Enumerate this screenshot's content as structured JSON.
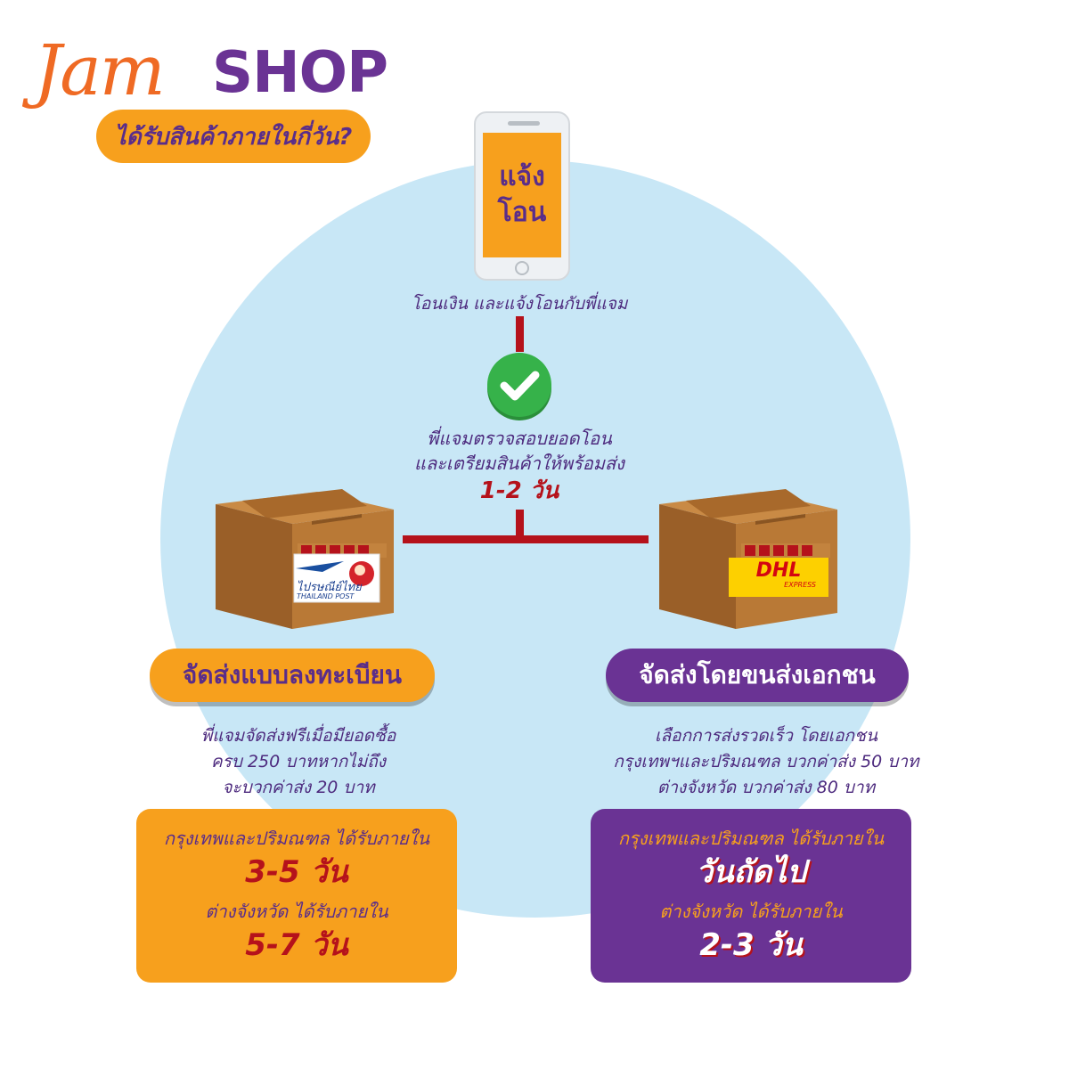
{
  "logo": {
    "part1": "Jam",
    "part2": "SHOP"
  },
  "tagline": "ได้รับสินค้าภายในกี่วัน?",
  "phone": {
    "line1": "แจ้ง",
    "line2": "โอน"
  },
  "step1_caption": "โอนเงิน และแจ้งโอนกับพี่แจม",
  "step2": {
    "line1": "พี่แจมตรวจสอบยอดโอน",
    "line2": "และเตรียมสินค้าให้พร้อมส่ง",
    "days": "1-2 วัน"
  },
  "left_box_label": {
    "th": "ไปรษณีย์ไทย",
    "en": "THAILAND POST"
  },
  "right_box_label": {
    "brand": "DHL",
    "sub": "EXPRESS"
  },
  "left": {
    "title": "จัดส่งแบบลงทะเบียน",
    "desc": [
      "พี่แจมจัดส่งฟรีเมื่อมียอดซื้อ",
      "ครบ 250 บาทหากไม่ถึง",
      "จะบวกค่าส่ง 20 บาท"
    ],
    "card": {
      "label1": "กรุงเทพและปริมณฑล ได้รับภายใน",
      "value1": "3-5 วัน",
      "label2": "ต่างจังหวัด ได้รับภายใน",
      "value2": "5-7 วัน"
    }
  },
  "right": {
    "title": "จัดส่งโดยขนส่งเอกชน",
    "desc": [
      "เลือกการส่งรวดเร็ว โดยเอกชน",
      "กรุงเทพฯและปริมณฑล บวกค่าส่ง 50 บาท",
      "ต่างจังหวัด บวกค่าส่ง 80 บาท"
    ],
    "card": {
      "label1": "กรุงเทพและปริมณฑล ได้รับภายใน",
      "value1": "วันถัดไป",
      "label2": "ต่างจังหวัด ได้รับภายใน",
      "value2": "2-3 วัน"
    }
  },
  "icons": {
    "check": "check-circle-icon",
    "phone": "smartphone-icon",
    "box": "cardboard-box-icon"
  },
  "colors": {
    "orange": "#f7a01d",
    "purple": "#6a3394",
    "red": "#b5121b",
    "green": "#36b24a",
    "circle": "#c8e7f6"
  }
}
